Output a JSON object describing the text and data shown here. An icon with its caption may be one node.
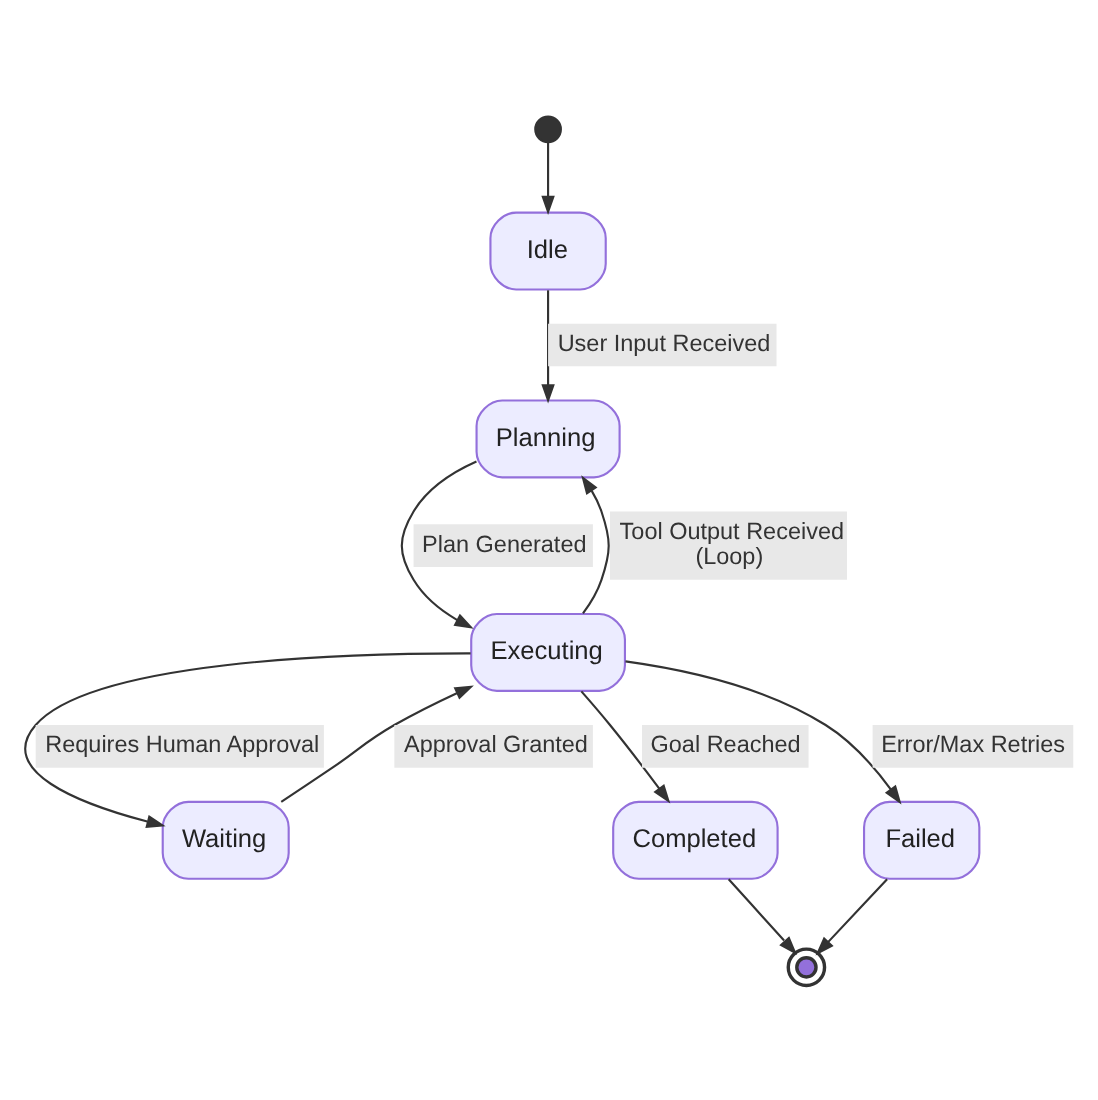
{
  "diagram": {
    "nodes": [
      {
        "text": [],
        "shape": "circle"
      },
      {
        "text": [
          "Idle"
        ]
      },
      {
        "text": [
          "Planning"
        ]
      },
      {
        "text": [
          "Executing"
        ]
      },
      {
        "text": [
          "Waiting"
        ]
      },
      {
        "text": [
          "Completed"
        ]
      },
      {
        "text": [
          "Failed"
        ]
      },
      {
        "text": [],
        "shape": "circle"
      }
    ],
    "edges": [
      {
        "from": 0,
        "to": 1,
        "arrow": "to"
      },
      {
        "from": 1,
        "to": 2,
        "arrow": "to",
        "label": "User Input Received"
      },
      {
        "from": 2,
        "to": 3,
        "arrow": "to",
        "label": "Plan Generated"
      },
      {
        "from": 3,
        "to": 2,
        "arrow": "to",
        "label": "Tool Output Received (Loop)"
      },
      {
        "from": 3,
        "to": 4,
        "arrow": "to",
        "label": "Requires Human Approval"
      },
      {
        "from": 4,
        "to": 3,
        "arrow": "to",
        "label": "Approval Granted"
      },
      {
        "from": 3,
        "to": 5,
        "arrow": "to",
        "label": "Goal Reached"
      },
      {
        "from": 3,
        "to": 6,
        "arrow": "to",
        "label": "Error/Max Retries"
      },
      {
        "from": 5,
        "to": 7,
        "arrow": "to"
      },
      {
        "from": 6,
        "to": 7,
        "arrow": "to"
      }
    ]
  }
}
